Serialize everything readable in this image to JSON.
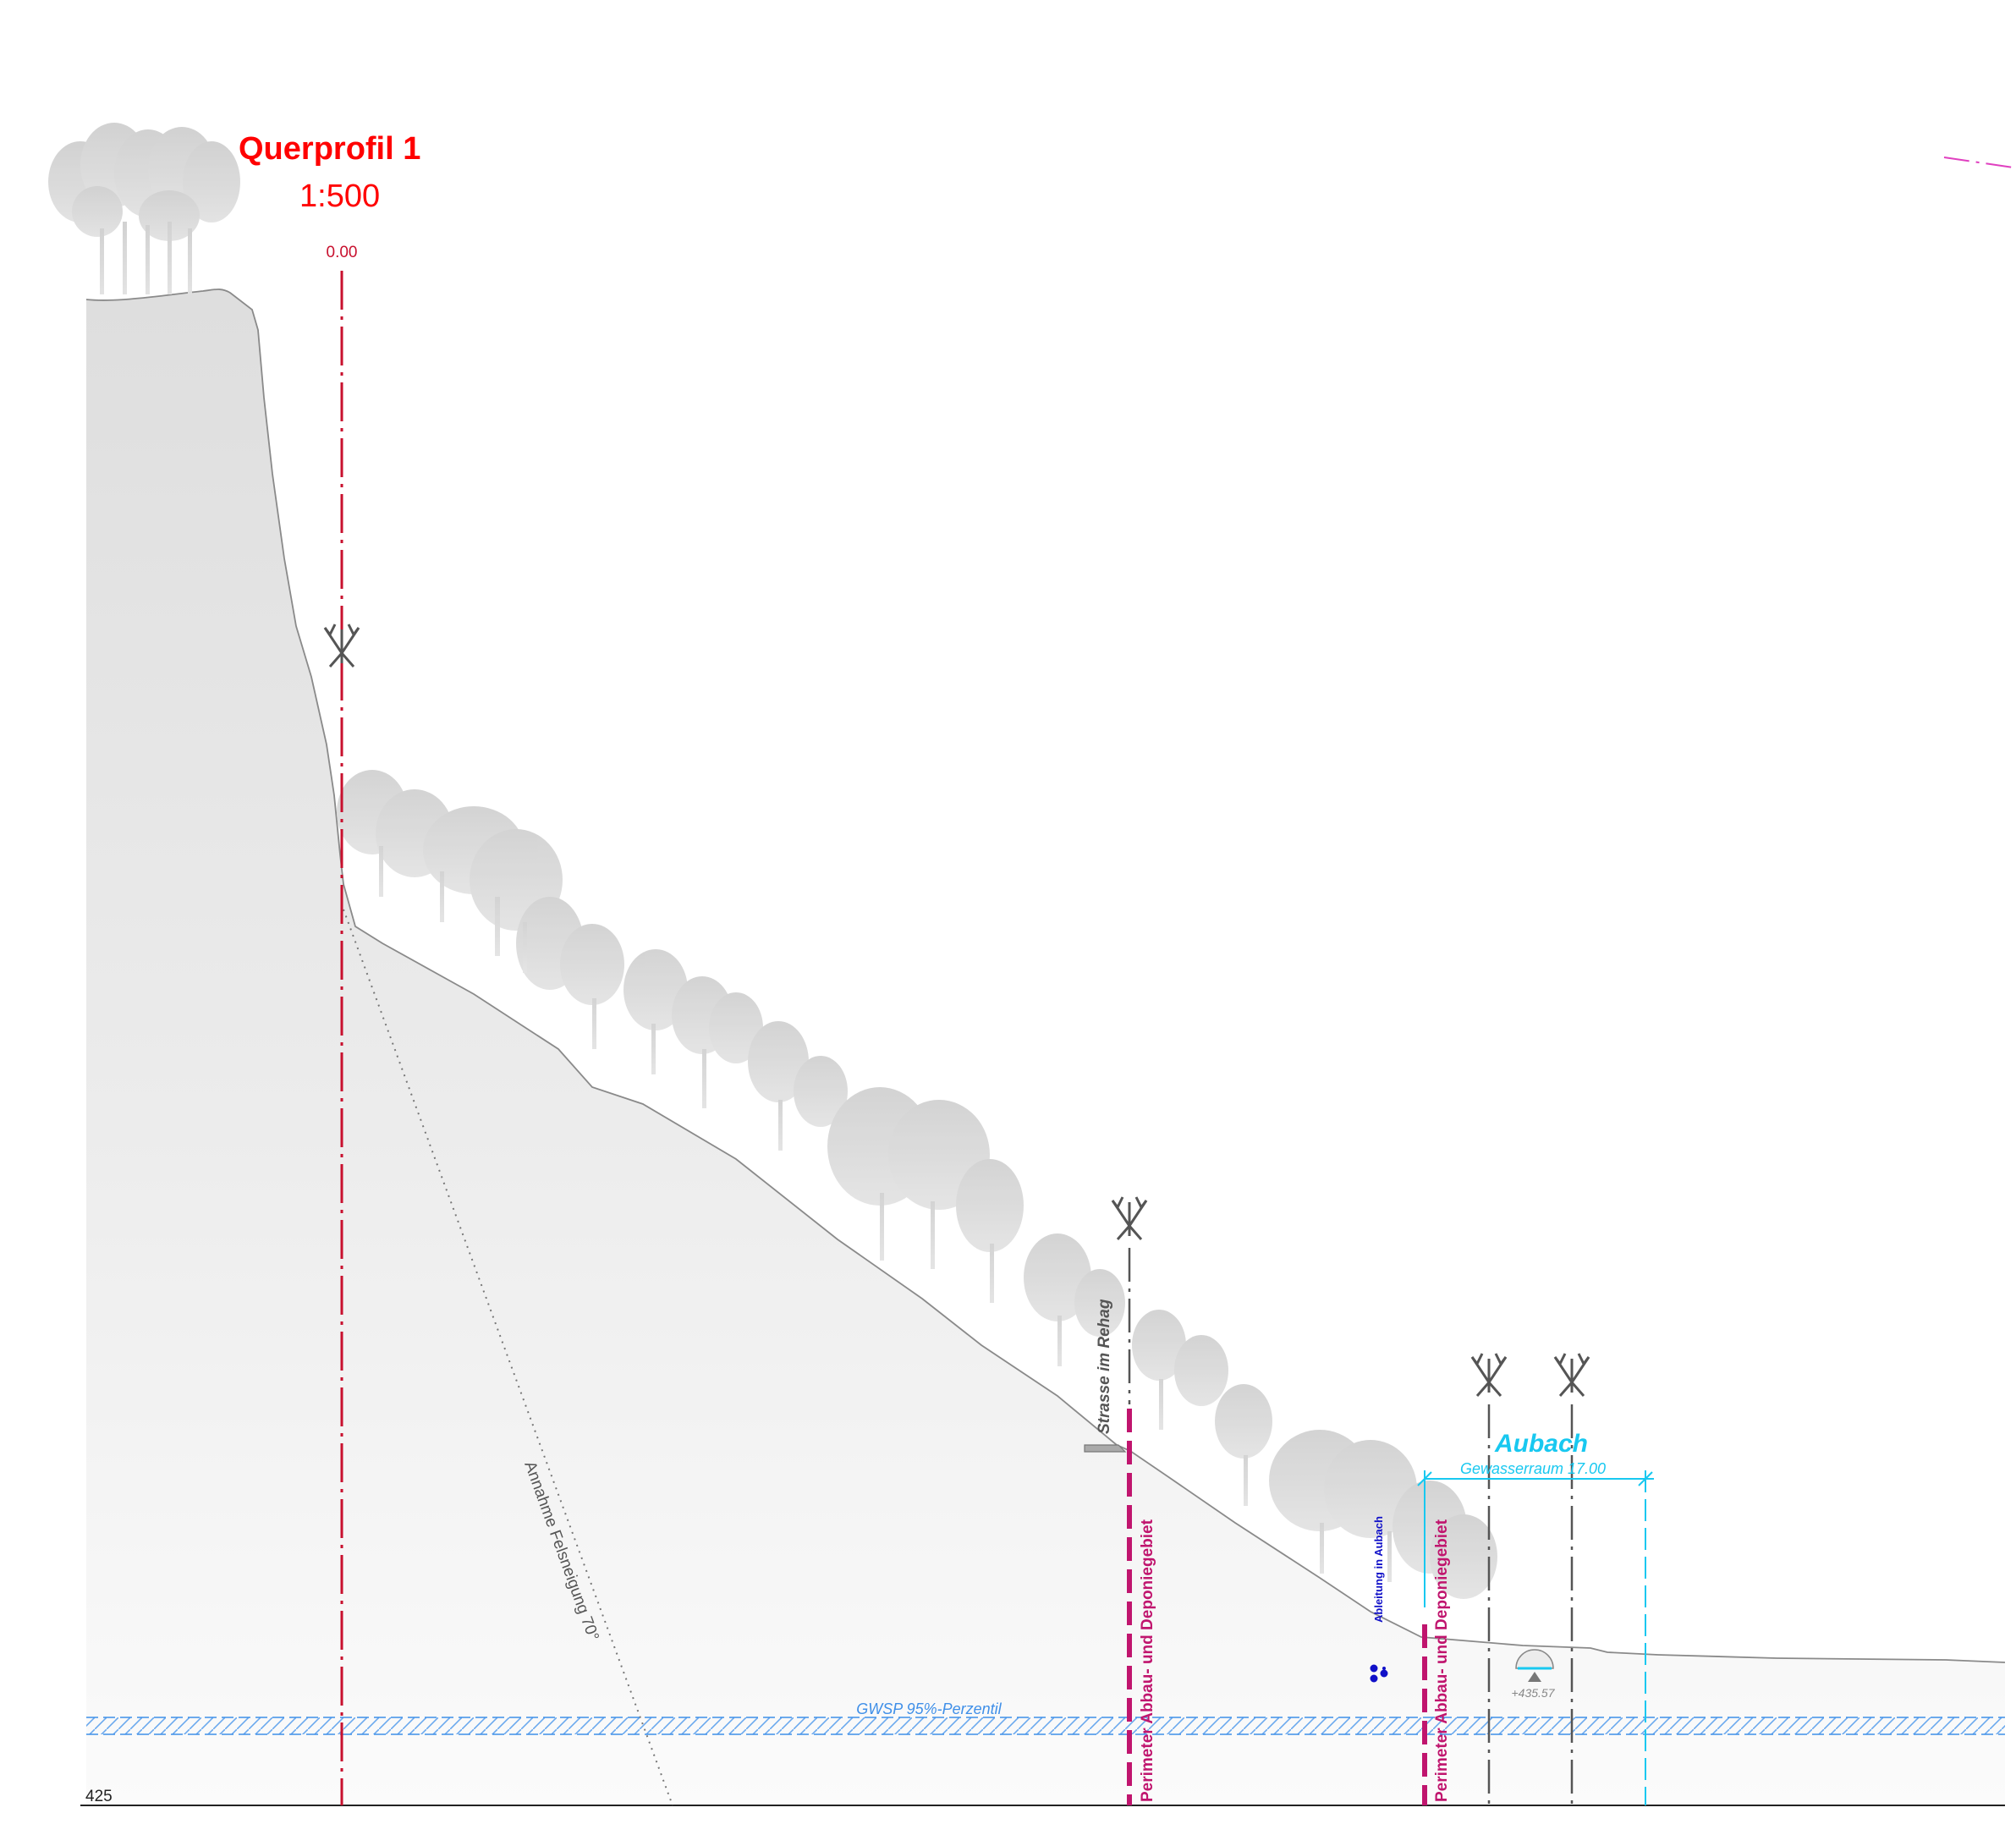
{
  "title": "Querprofil 1",
  "scale": "1:500",
  "station_label": "0.00",
  "elevation_label": "425",
  "stream": {
    "name": "Aubach",
    "space_label": "Gewasserraum 17.00",
    "level_label": "+435.57"
  },
  "groundwater_label": "GWSP 95%-Perzentil",
  "road_label": "Strasse im Rehag",
  "drainage_label": "Ableitung in Aubach",
  "perimeter_label": "Perimeter Abbau- und Deponiegebiet",
  "rock_slope_label": "Annahme Felsneigung 70°",
  "colors": {
    "title": "#ff0000",
    "axis": "#c8102e",
    "perimeter": "#c0156e",
    "stream": "#18c8f0",
    "groundwater": "#3f8fe8",
    "drainage": "#1010c8",
    "terrain": "#e6e6e6",
    "trees": "#d4d4d4"
  }
}
